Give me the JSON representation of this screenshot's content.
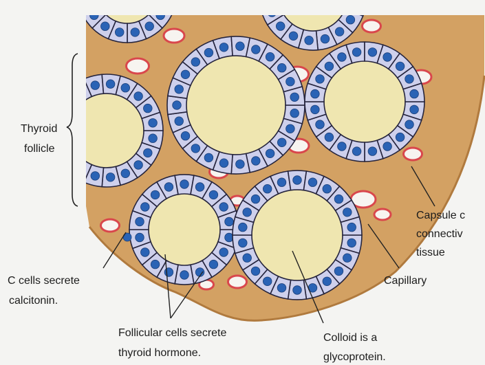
{
  "labels": {
    "thyroid_follicle_line1": "Thyroid",
    "thyroid_follicle_line2": "follicle",
    "capsule_line1": "Capsule c",
    "capsule_line2": "connectiv",
    "capsule_line3": "tissue",
    "capillary": "Capillary",
    "c_cells_line1": "C cells secrete",
    "c_cells_line2": "calcitonin.",
    "follicular_line1": "Follicular cells secrete",
    "follicular_line2": "thyroid hormone.",
    "colloid_line1": "Colloid is a",
    "colloid_line2": "glycoprotein."
  },
  "colors": {
    "connective_tissue": "#d3a163",
    "connective_tissue_dark": "#b07a3e",
    "colloid": "#efe6b0",
    "cell": "#ced0ec",
    "cell_border": "#25243d",
    "nucleus": "#2a63b5",
    "capillary": "#d9474c",
    "capillary_lumen": "#f7f4f0"
  }
}
